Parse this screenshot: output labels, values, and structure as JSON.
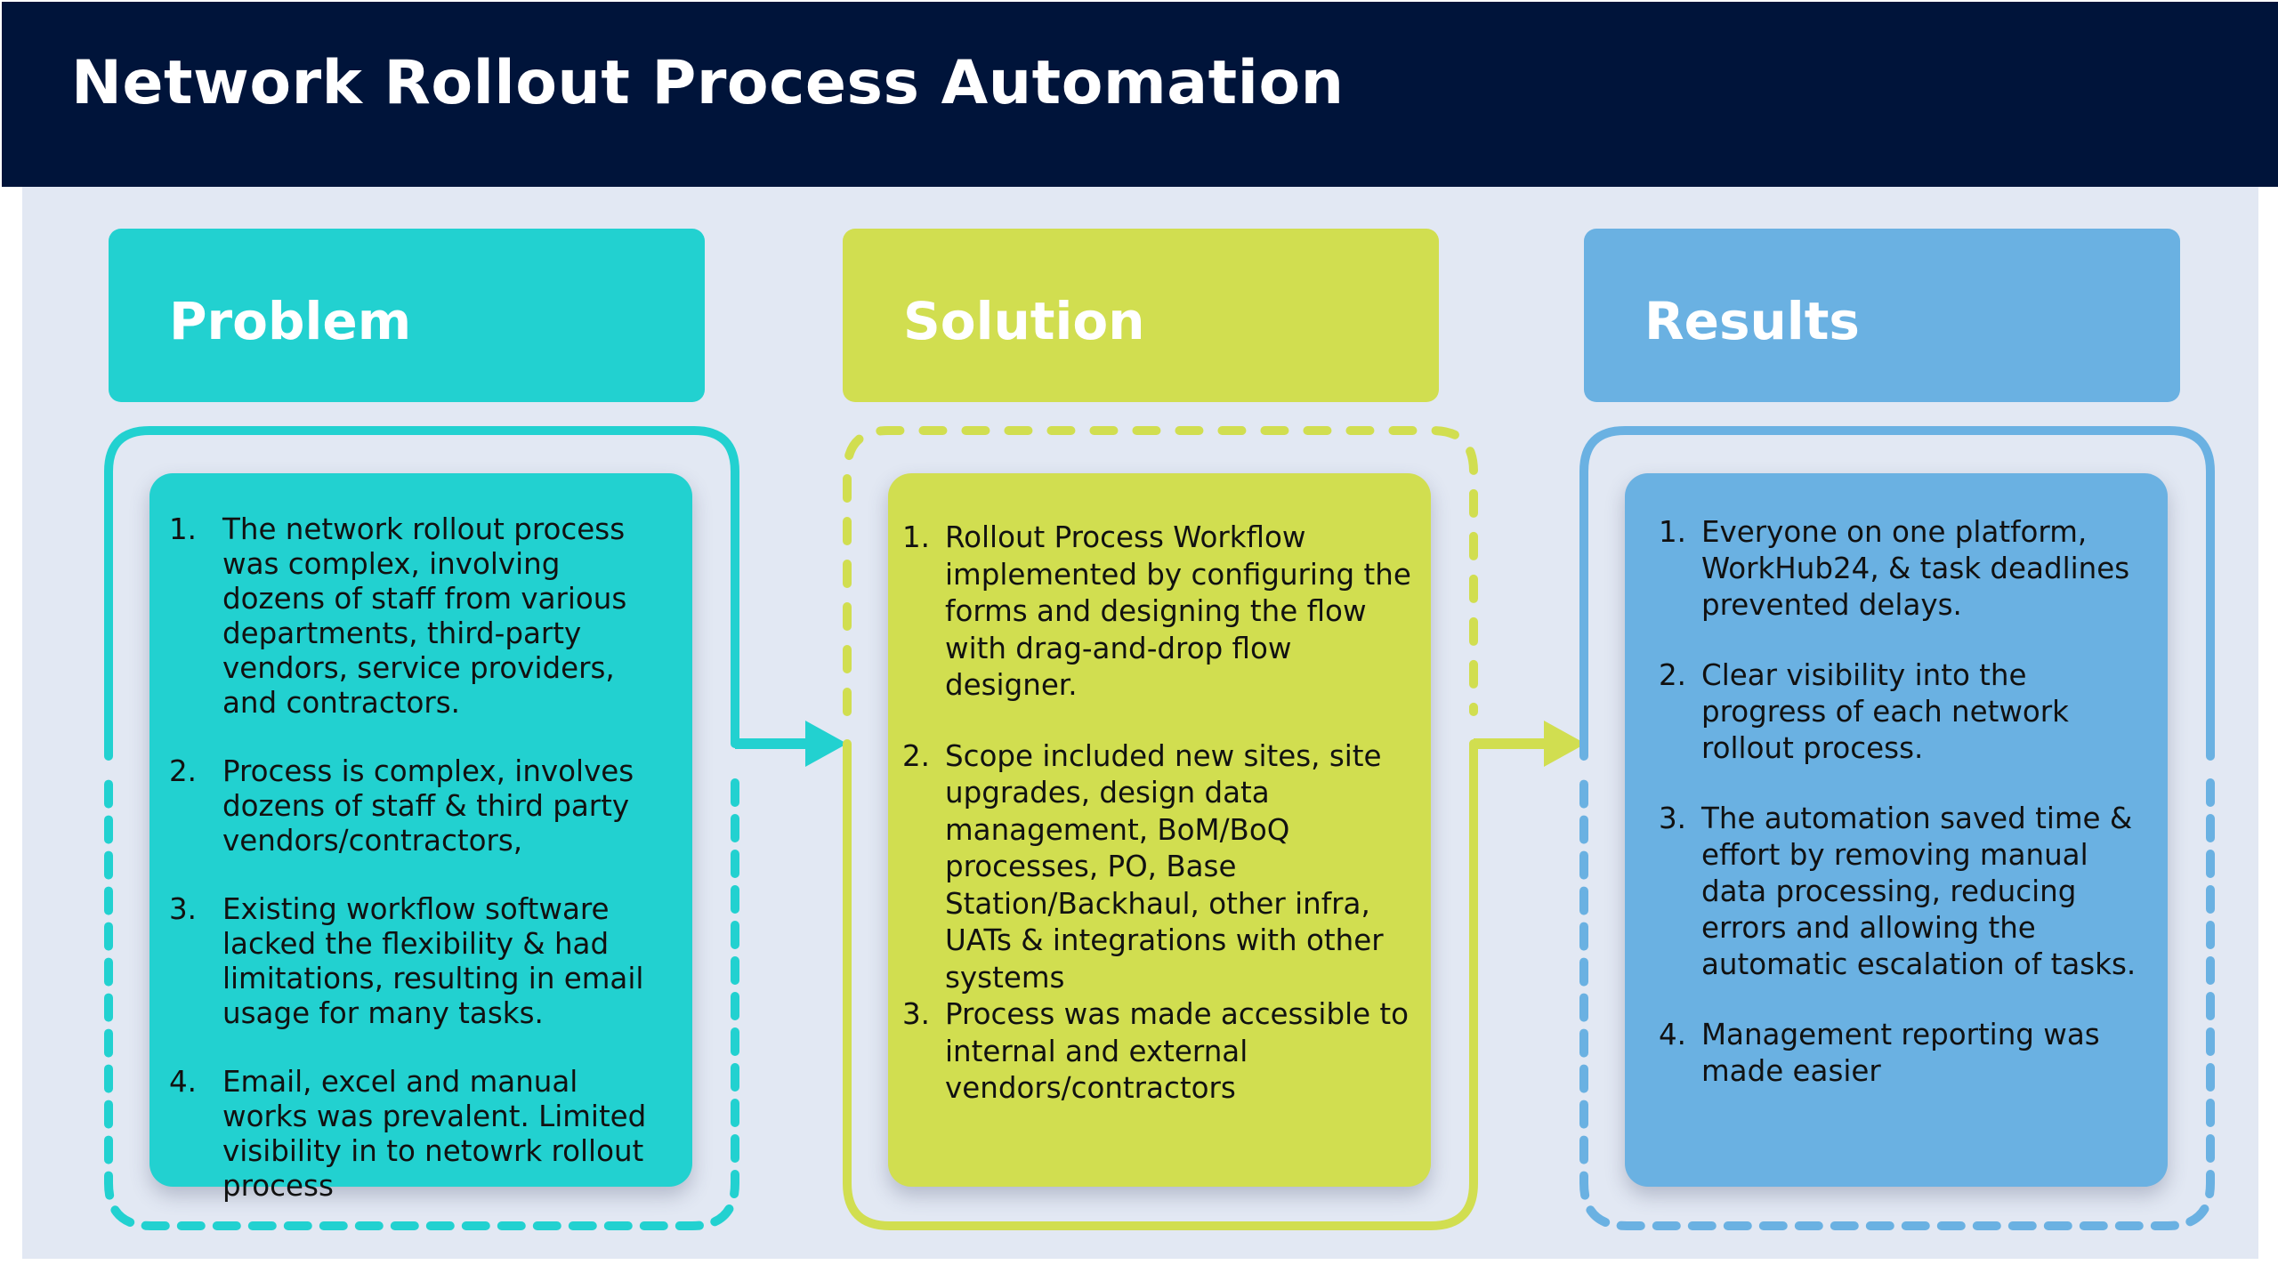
{
  "title": "Network Rollout Process Automation",
  "colors": {
    "header_bg": "#00143a",
    "panel_bg": "#e2e8f3",
    "problem": "#22d1d0",
    "solution": "#d1de50",
    "results": "#6ab1e2"
  },
  "columns": [
    {
      "key": "problem",
      "heading": "Problem",
      "items": [
        {
          "num": "1.",
          "text": "The network rollout process was complex, involving dozens of staff from various departments, third-party vendors, service providers, and contractors."
        },
        {
          "num": "2.",
          "text": "Process is complex, involves dozens of staff & third party vendors/contractors,"
        },
        {
          "num": "3.",
          "text": "Existing workflow software lacked the flexibility & had limitations, resulting in email usage for many tasks."
        },
        {
          "num": "4.",
          "text": "Email, excel and manual works was prevalent. Limited visibility in to netowrk rollout process"
        }
      ]
    },
    {
      "key": "solution",
      "heading": "Solution",
      "items": [
        {
          "num": "1.",
          "text": "Rollout Process Workflow implemented by configuring the forms and designing the flow with drag-and-drop flow designer."
        },
        {
          "num": "2.",
          "text": "Scope included new sites, site upgrades, design data management, BoM/BoQ processes, PO, Base Station/Backhaul, other infra, UATs & integrations with other systems"
        },
        {
          "num": "3.",
          "text": "Process was made accessible to internal and external vendors/contractors"
        }
      ]
    },
    {
      "key": "results",
      "heading": "Results",
      "items": [
        {
          "num": "1.",
          "text": "Everyone on one platform, WorkHub24, & task deadlines prevented delays."
        },
        {
          "num": "2.",
          "text": "Clear visibility into the progress of each network rollout process."
        },
        {
          "num": "3.",
          "text": "The automation saved time & effort by removing manual data processing, reducing errors and allowing the automatic escalation of tasks."
        },
        {
          "num": "4.",
          "text": "Management reporting was made easier"
        }
      ]
    }
  ],
  "connectors": [
    {
      "from": "Problem",
      "to": "Solution",
      "icon": "arrow-right-icon"
    },
    {
      "from": "Solution",
      "to": "Results",
      "icon": "arrow-right-icon"
    }
  ]
}
